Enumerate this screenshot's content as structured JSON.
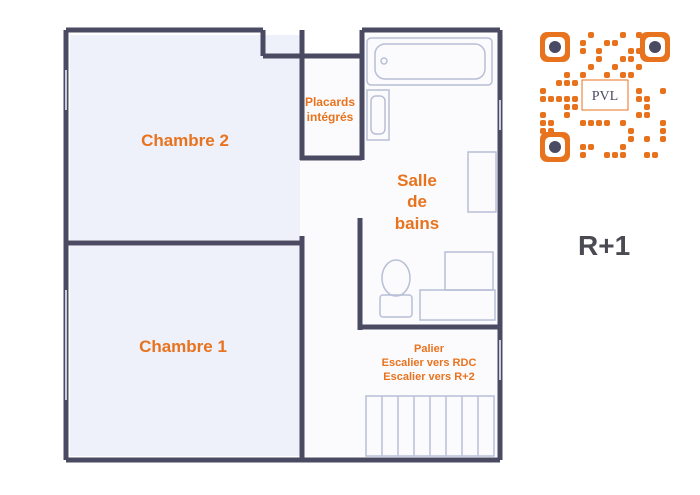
{
  "rooms": {
    "chambre2": "Chambre 2",
    "chambre1": "Chambre 1",
    "placards": "Placards\nintégrés",
    "salle_de_bains": "Salle\nde\nbains",
    "palier": "Palier\nEscalier vers RDC\nEscalier vers R+2"
  },
  "level_label": "R+1",
  "logo": {
    "text": "PVL"
  },
  "colors": {
    "wall": "#4a4b63",
    "room_fill": "#eef0fa",
    "label": "#e8731e",
    "fixture": "#b8bfd6"
  },
  "icons": {
    "qr": "qr-code-icon"
  }
}
